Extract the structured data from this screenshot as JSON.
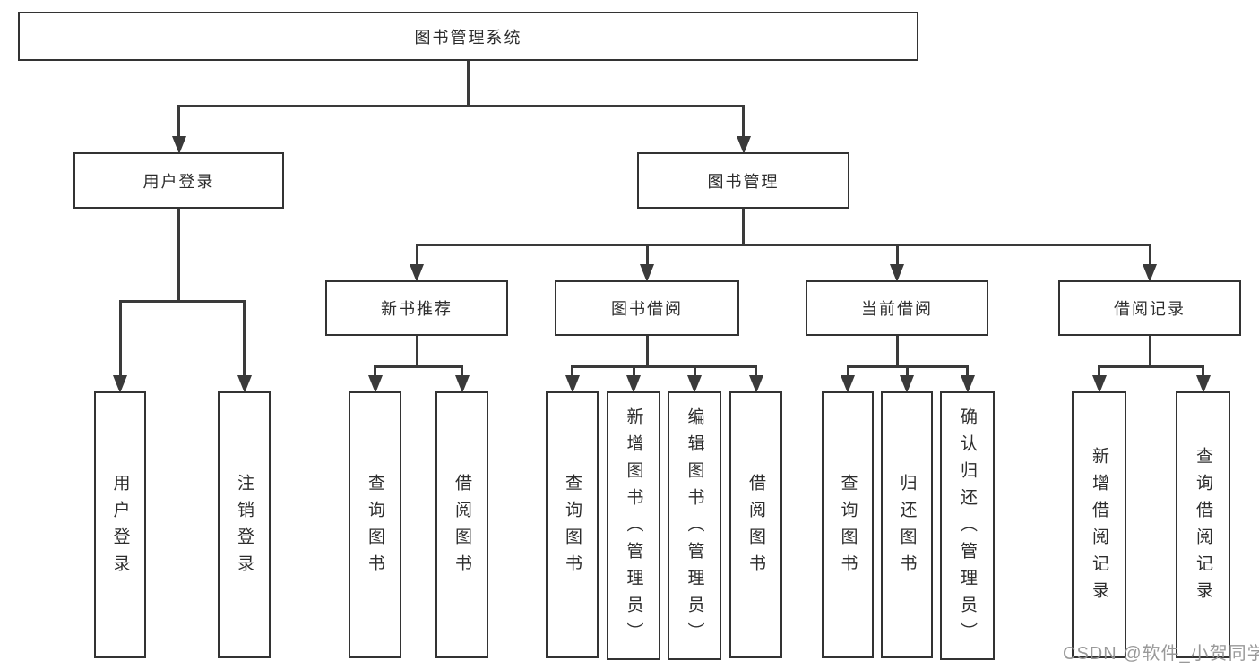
{
  "diagram": {
    "title": "图书管理系统",
    "nodes": [
      {
        "id": "root",
        "label": "图书管理系统",
        "orientation": "horizontal"
      },
      {
        "id": "user-login",
        "label": "用户登录",
        "orientation": "horizontal"
      },
      {
        "id": "book-mgmt",
        "label": "图书管理",
        "orientation": "horizontal"
      },
      {
        "id": "user-login-v",
        "label": "用户登录",
        "orientation": "vertical"
      },
      {
        "id": "logout-v",
        "label": "注销登录",
        "orientation": "vertical"
      },
      {
        "id": "new-book-rec",
        "label": "新书推荐",
        "orientation": "horizontal"
      },
      {
        "id": "book-borrow",
        "label": "图书借阅",
        "orientation": "horizontal"
      },
      {
        "id": "current-borrow",
        "label": "当前借阅",
        "orientation": "horizontal"
      },
      {
        "id": "borrow-record",
        "label": "借阅记录",
        "orientation": "horizontal"
      },
      {
        "id": "nbr-query",
        "label": "查询图书",
        "orientation": "vertical"
      },
      {
        "id": "nbr-borrow",
        "label": "借阅图书",
        "orientation": "vertical"
      },
      {
        "id": "bb-query",
        "label": "查询图书",
        "orientation": "vertical"
      },
      {
        "id": "bb-add",
        "label": "新增图书（管理员）",
        "orientation": "vertical"
      },
      {
        "id": "bb-edit",
        "label": "编辑图书（管理员）",
        "orientation": "vertical"
      },
      {
        "id": "bb-borrow",
        "label": "借阅图书",
        "orientation": "vertical"
      },
      {
        "id": "cb-query",
        "label": "查询图书",
        "orientation": "vertical"
      },
      {
        "id": "cb-return",
        "label": "归还图书",
        "orientation": "vertical"
      },
      {
        "id": "cb-confirm",
        "label": "确认归还（管理员）",
        "orientation": "vertical"
      },
      {
        "id": "br-add",
        "label": "新增借阅记录",
        "orientation": "vertical"
      },
      {
        "id": "br-query",
        "label": "查询借阅记录",
        "orientation": "vertical"
      }
    ],
    "edges": [
      {
        "from": "root",
        "to": [
          "user-login",
          "book-mgmt"
        ]
      },
      {
        "from": "user-login",
        "to": [
          "user-login-v",
          "logout-v"
        ]
      },
      {
        "from": "book-mgmt",
        "to": [
          "new-book-rec",
          "book-borrow",
          "current-borrow",
          "borrow-record"
        ]
      },
      {
        "from": "new-book-rec",
        "to": [
          "nbr-query",
          "nbr-borrow"
        ]
      },
      {
        "from": "book-borrow",
        "to": [
          "bb-query",
          "bb-add",
          "bb-edit",
          "bb-borrow"
        ]
      },
      {
        "from": "current-borrow",
        "to": [
          "cb-query",
          "cb-return",
          "cb-confirm"
        ]
      },
      {
        "from": "borrow-record",
        "to": [
          "br-add",
          "br-query"
        ]
      }
    ]
  },
  "watermark": {
    "text": "CSDN @软件_小贺同学"
  },
  "colors": {
    "background": "#ffffff",
    "box_border": "#333333",
    "line": "#3a3a3a",
    "text": "#2d2d2d",
    "watermark": "#949494"
  }
}
